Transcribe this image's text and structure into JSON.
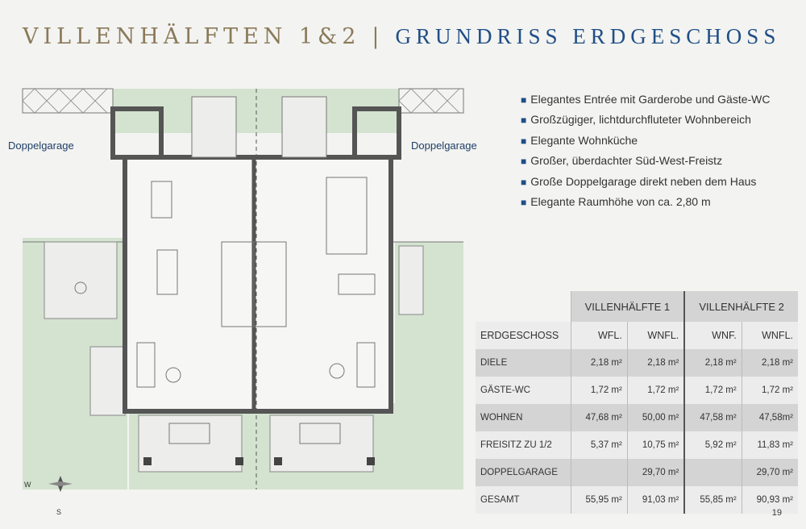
{
  "title": {
    "left": "VILLENHÄLFTEN 1&2",
    "sep": "|",
    "right": "GRUNDRISS ERDGESCHOSS"
  },
  "features": [
    "Elegantes Entrée mit Garderobe und Gäste-WC",
    "Großzügiger, lichtdurchfluteter Wohnbereich",
    "Elegante Wohnküche",
    "Großer, überdachter Süd-West-Freistz",
    "Große Doppelgarage direkt neben dem Haus",
    "Elegante Raumhöhe von ca. 2,80 m"
  ],
  "plan": {
    "garage_left": "Doppelgarage",
    "garage_right": "Doppelgarage",
    "compass_w": "W",
    "compass_s": "S"
  },
  "table": {
    "headers": [
      "",
      "VILLENHÄLFTE 1",
      "VILLENHÄLFTE 2"
    ],
    "subheaders": [
      "ERDGESCHOSS",
      "WFL.",
      "WNFL.",
      "WNF.",
      "WNFL."
    ],
    "rows": [
      [
        "DIELE",
        "2,18 m²",
        "2,18 m²",
        "2,18 m²",
        "2,18 m²"
      ],
      [
        "GÄSTE-WC",
        "1,72 m²",
        "1,72 m²",
        "1,72 m²",
        "1,72 m²"
      ],
      [
        "WOHNEN",
        "47,68 m²",
        "50,00 m²",
        "47,58 m²",
        "47,58m²"
      ],
      [
        "FREISITZ ZU 1/2",
        "5,37 m²",
        "10,75 m²",
        "5,92 m²",
        "11,83 m²"
      ],
      [
        "DOPPELGARAGE",
        "",
        "29,70 m²",
        "",
        "29,70 m²"
      ],
      [
        "GESAMT",
        "55,95 m²",
        "91,03 m²",
        "55,85 m²",
        "90,93 m²"
      ]
    ]
  },
  "page_number": "19"
}
